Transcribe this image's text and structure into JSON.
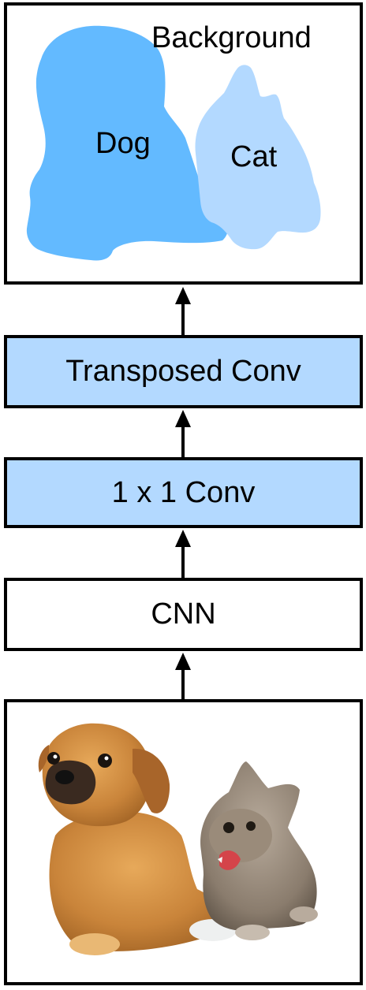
{
  "segmentation": {
    "background_label": "Background",
    "dog_label": "Dog",
    "cat_label": "Cat",
    "dog_color": "#63baff",
    "cat_color": "#b3d9ff"
  },
  "layers": {
    "transposed_conv": "Transposed Conv",
    "one_by_one_conv": "1 x 1 Conv",
    "cnn": "CNN"
  },
  "colors": {
    "layer_fill": "#b3d9ff",
    "border": "#000000"
  },
  "input_image": {
    "content": "puppy-and-kitten-photo"
  }
}
